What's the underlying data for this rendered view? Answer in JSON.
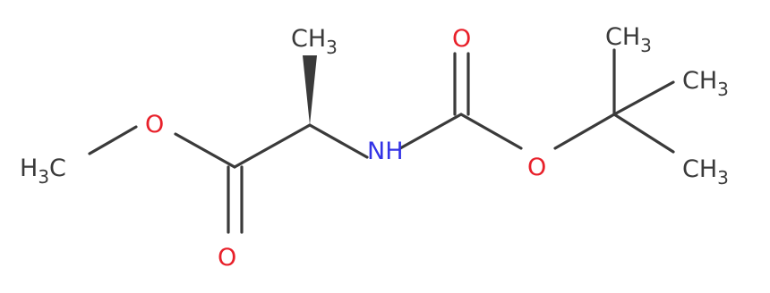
{
  "molecule": {
    "colors": {
      "bond": "#3a3a3a",
      "carbon_label": "#3a3a3a",
      "oxygen": "#e8202a",
      "nitrogen": "#3333e6"
    },
    "labels": {
      "ch3_top": {
        "main": "CH",
        "sub": "3"
      },
      "h3c_left": {
        "main": "H",
        "sub": "3",
        "tail": "C"
      },
      "ch3_right_top": {
        "main": "CH",
        "sub": "3"
      },
      "ch3_right_mid": {
        "main": "CH",
        "sub": "3"
      },
      "ch3_right_bottom": {
        "main": "CH",
        "sub": "3"
      },
      "o_ester_single": "O",
      "o_ester_carbonyl": "O",
      "o_carbamate_carbonyl": "O",
      "o_carbamate_single": "O",
      "nh": "NH"
    }
  }
}
